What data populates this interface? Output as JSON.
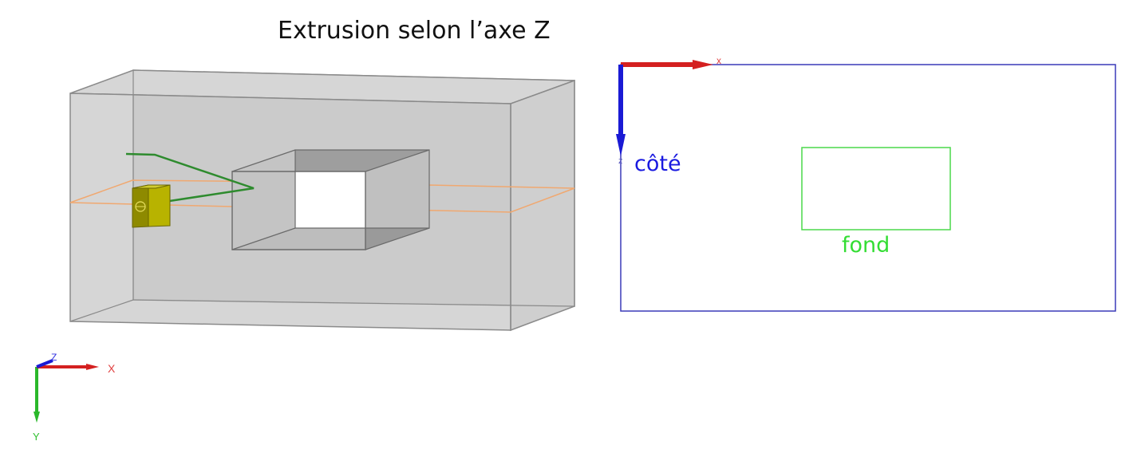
{
  "title": "Extrusion selon l’axe Z",
  "view3d": {
    "axes": {
      "x_label": "X",
      "y_label": "Y",
      "z_label": "Z"
    }
  },
  "view2d": {
    "axes": {
      "x_label": "x",
      "z_label": "z"
    },
    "label_side": "côté",
    "label_bottom": "fond"
  },
  "colors": {
    "box_fill": "#cfcfcf",
    "box_edge": "#8a8a8a",
    "hole_dark": "#9e9e9e",
    "plane_line": "#f0a870",
    "polyline": "#2e8b2e",
    "source_yellow": "#b5b000",
    "axis_x": "#d42020",
    "axis_y": "#2ab82a",
    "axis_z_2d": "#1a1ad4",
    "outer_rect_2d": "#3a3ab8",
    "inner_rect_2d": "#4ad84a",
    "label_side": "#1a1ae0",
    "label_bottom": "#33dd33"
  }
}
